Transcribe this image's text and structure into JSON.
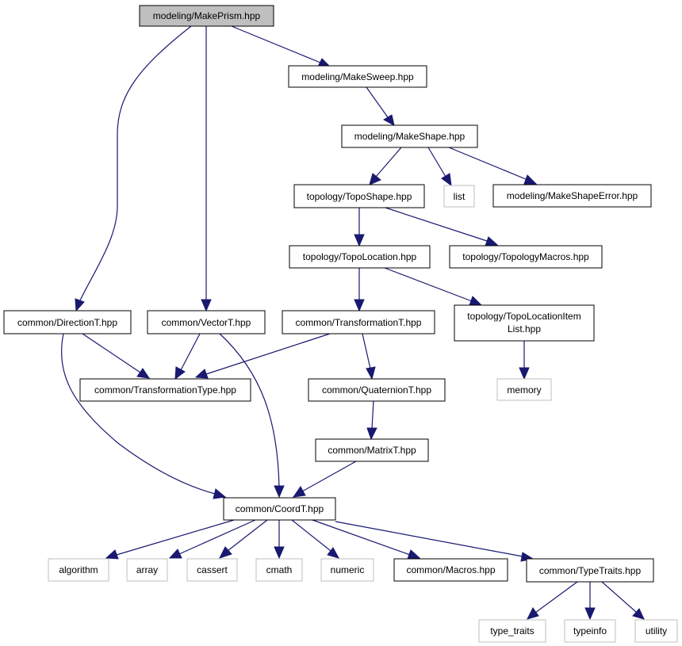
{
  "graph": {
    "nodes": {
      "make_prism": {
        "label": "modeling/MakePrism.hpp",
        "kind": "root"
      },
      "make_sweep": {
        "label": "modeling/MakeSweep.hpp",
        "kind": "header"
      },
      "make_shape": {
        "label": "modeling/MakeShape.hpp",
        "kind": "header"
      },
      "topo_shape": {
        "label": "topology/TopoShape.hpp",
        "kind": "header"
      },
      "list": {
        "label": "list",
        "kind": "external"
      },
      "make_shape_error": {
        "label": "modeling/MakeShapeError.hpp",
        "kind": "header"
      },
      "topo_location": {
        "label": "topology/TopoLocation.hpp",
        "kind": "header"
      },
      "topology_macros": {
        "label": "topology/TopologyMacros.hpp",
        "kind": "header"
      },
      "direction_t": {
        "label": "common/DirectionT.hpp",
        "kind": "header"
      },
      "vector_t": {
        "label": "common/VectorT.hpp",
        "kind": "header"
      },
      "transformation_t": {
        "label": "common/TransformationT.hpp",
        "kind": "header"
      },
      "topo_location_item_list": {
        "label_line1": "topology/TopoLocationItem",
        "label_line2": "List.hpp",
        "kind": "header"
      },
      "transformation_type": {
        "label": "common/TransformationType.hpp",
        "kind": "header"
      },
      "quaternion_t": {
        "label": "common/QuaternionT.hpp",
        "kind": "header"
      },
      "memory": {
        "label": "memory",
        "kind": "external"
      },
      "matrix_t": {
        "label": "common/MatrixT.hpp",
        "kind": "header"
      },
      "coord_t": {
        "label": "common/CoordT.hpp",
        "kind": "header"
      },
      "algorithm": {
        "label": "algorithm",
        "kind": "external"
      },
      "array": {
        "label": "array",
        "kind": "external"
      },
      "cassert": {
        "label": "cassert",
        "kind": "external"
      },
      "cmath": {
        "label": "cmath",
        "kind": "external"
      },
      "numeric": {
        "label": "numeric",
        "kind": "external"
      },
      "macros": {
        "label": "common/Macros.hpp",
        "kind": "header"
      },
      "type_traits_hpp": {
        "label": "common/TypeTraits.hpp",
        "kind": "header"
      },
      "type_traits": {
        "label": "type_traits",
        "kind": "external"
      },
      "typeinfo": {
        "label": "typeinfo",
        "kind": "external"
      },
      "utility": {
        "label": "utility",
        "kind": "external"
      }
    },
    "edges": [
      [
        "make_prism",
        "make_sweep"
      ],
      [
        "make_prism",
        "direction_t"
      ],
      [
        "make_prism",
        "vector_t"
      ],
      [
        "make_sweep",
        "make_shape"
      ],
      [
        "make_shape",
        "topo_shape"
      ],
      [
        "make_shape",
        "list"
      ],
      [
        "make_shape",
        "make_shape_error"
      ],
      [
        "topo_shape",
        "topo_location"
      ],
      [
        "topo_shape",
        "topology_macros"
      ],
      [
        "topo_location",
        "transformation_t"
      ],
      [
        "topo_location",
        "topo_location_item_list"
      ],
      [
        "direction_t",
        "transformation_type"
      ],
      [
        "direction_t",
        "coord_t"
      ],
      [
        "vector_t",
        "transformation_type"
      ],
      [
        "vector_t",
        "coord_t"
      ],
      [
        "transformation_t",
        "transformation_type"
      ],
      [
        "transformation_t",
        "quaternion_t"
      ],
      [
        "topo_location_item_list",
        "memory"
      ],
      [
        "quaternion_t",
        "matrix_t"
      ],
      [
        "matrix_t",
        "coord_t"
      ],
      [
        "coord_t",
        "algorithm"
      ],
      [
        "coord_t",
        "array"
      ],
      [
        "coord_t",
        "cassert"
      ],
      [
        "coord_t",
        "cmath"
      ],
      [
        "coord_t",
        "numeric"
      ],
      [
        "coord_t",
        "macros"
      ],
      [
        "coord_t",
        "type_traits_hpp"
      ],
      [
        "type_traits_hpp",
        "type_traits"
      ],
      [
        "type_traits_hpp",
        "typeinfo"
      ],
      [
        "type_traits_hpp",
        "utility"
      ]
    ]
  },
  "colors": {
    "edge": "#191970",
    "node_border": "#000000",
    "root_fill": "#bfbfbf",
    "external_border": "#bfbfbf",
    "background": "#ffffff"
  }
}
